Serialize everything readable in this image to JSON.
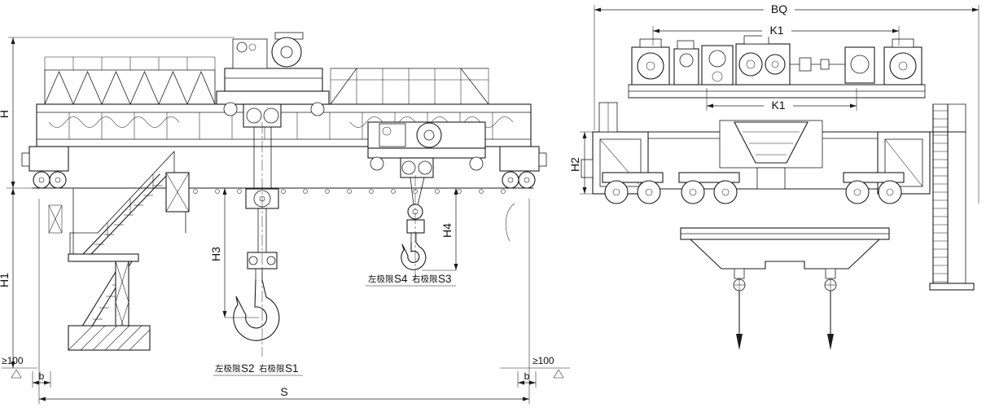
{
  "drawing": {
    "background_color": "#ffffff",
    "line_color": "#1b1b1b",
    "front_view": {
      "dims": {
        "H": "H",
        "H1": "H1",
        "H3": "H3",
        "H4": "H4",
        "S": "S",
        "b_left": "b",
        "b_right": "b",
        "min_clearance_left": "≥100",
        "min_clearance_right": "≥100"
      },
      "aux_hook_limits": {
        "left_label": "左极限",
        "left_value": "S4",
        "right_label": "右极限",
        "right_value": "S3"
      },
      "main_hook_limits": {
        "left_label": "左极限",
        "left_value": "S2",
        "right_label": "右极限",
        "right_value": "S1"
      }
    },
    "side_view": {
      "dims": {
        "BQ": "BQ",
        "K1_trolley": "K1",
        "K1_lower": "K1",
        "H2": "H2"
      }
    }
  }
}
